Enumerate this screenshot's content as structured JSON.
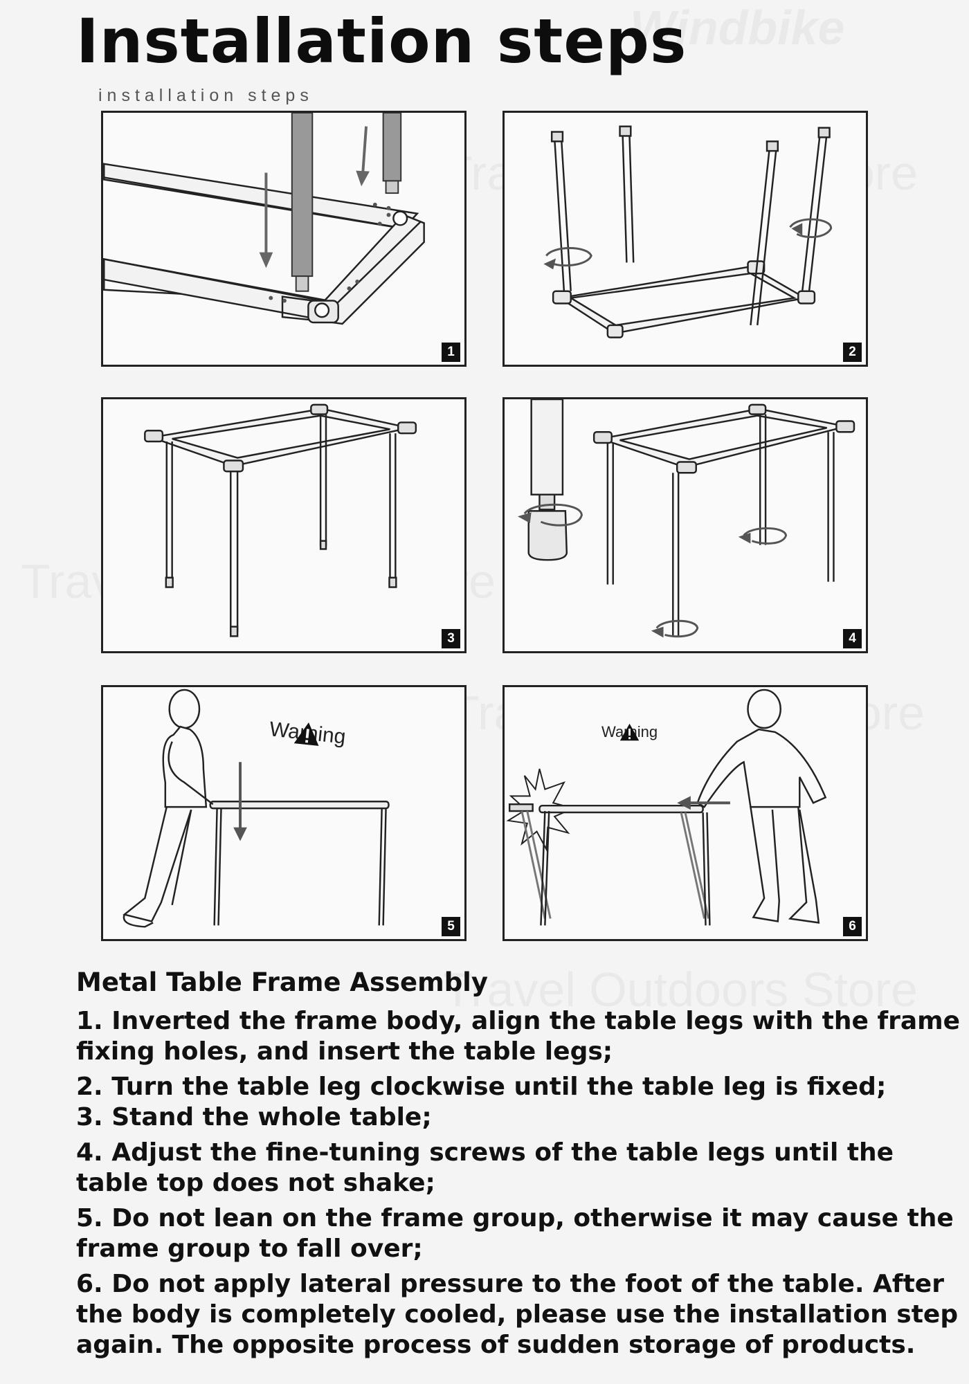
{
  "header": {
    "title": "Installation steps",
    "subtitle": "installation steps"
  },
  "panels": [
    {
      "number": "1"
    },
    {
      "number": "2"
    },
    {
      "number": "3"
    },
    {
      "number": "4"
    },
    {
      "number": "5",
      "warning": "Warning"
    },
    {
      "number": "6",
      "warning": "Warning"
    }
  ],
  "watermark": "Travel Outdoors Store",
  "watermark_brand": "Windbike",
  "instructions": {
    "heading": "Metal Table Frame Assembly",
    "steps": [
      "1. Inverted the frame body, align the table legs with the frame fixing holes, and insert the table legs;",
      "2. Turn the table leg clockwise until the table leg is fixed;",
      "3. Stand the whole table;",
      "4. Adjust the fine-tuning screws of the table legs until the table top does not shake;",
      "5. Do not lean on the frame group, otherwise it may cause the frame group to fall over;",
      "6. Do not apply lateral pressure to the foot of the table. After the body is completely cooled, please use the installation step again. The opposite process of sudden storage of products."
    ]
  },
  "colors": {
    "line": "#222222",
    "leg_gray": "#888888",
    "warning_fill": "#111111"
  }
}
